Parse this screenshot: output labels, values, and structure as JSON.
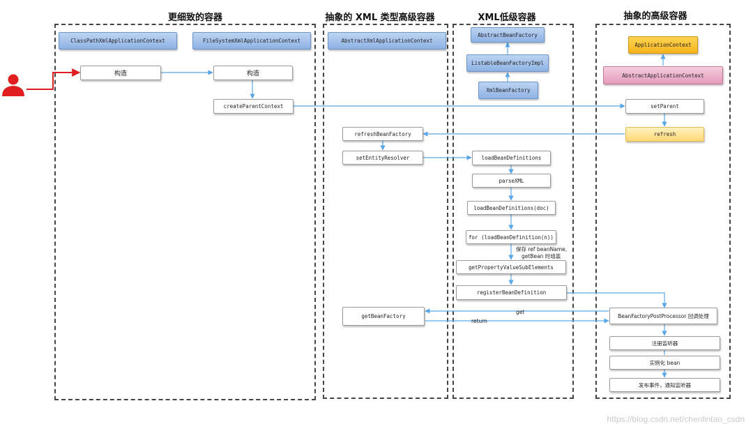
{
  "lanes": {
    "detail": {
      "title": "更细致的容器"
    },
    "xml_high": {
      "title": "抽象的 XML 类型高级容器"
    },
    "xml_low": {
      "title": "XML低级容器"
    },
    "high": {
      "title": "抽象的高级容器"
    }
  },
  "boxes": {
    "classpath_ctx": "ClassPathXmlApplicationContext",
    "filesystem_ctx": "FileSystemXmlApplicationContext",
    "abstract_xml_ctx": "AbstractXmlApplicationContext",
    "abstract_bean_factory": "AbstractBeanFactory",
    "listable_bean_factory": "ListableBeanFactoryImpl",
    "xml_bean_factory": "XmlBeanFactory",
    "application_context": "ApplicationContext",
    "abstract_app_ctx": "AbstractApplicationContext",
    "construct_1": "构造",
    "construct_2": "构造",
    "create_parent_context": "createParentContext",
    "set_parent": "setParent",
    "refresh": "refresh",
    "refresh_bean_factory": "refreshBeanFactory",
    "set_entity_resolver": "setEntityResolver",
    "load_bean_definitions": "loadBeanDefinitions",
    "parse_xml": "parseXML",
    "load_bean_definitions_doc": "loadBeanDefinitions(doc)",
    "for_load_bean_definition": "for (loadBeanDefinition(n))",
    "get_property_value_sub_elements": "getPropertyValueSubElements",
    "register_bean_definition": "registerBeanDefinition",
    "get_bean_factory": "getBeanFactory",
    "bean_factory_post_processor": "BeanFactoryPostProcessor 回调处理",
    "register_listener": "注册监听器",
    "instantiate_bean": "实例化 bean",
    "publish_event": "发布事件，通知监听器"
  },
  "labels": {
    "save_ref_line1": "保存 ref beanName,",
    "save_ref_line2": "getBean 时组装",
    "get": "get",
    "return": "return"
  },
  "watermark": "https://blog.csdn.net/chenlintao_csdn",
  "colors": {
    "arrow_blue": "#5aa7e6",
    "arrow_red": "#e02020",
    "user_red": "#e02020"
  }
}
